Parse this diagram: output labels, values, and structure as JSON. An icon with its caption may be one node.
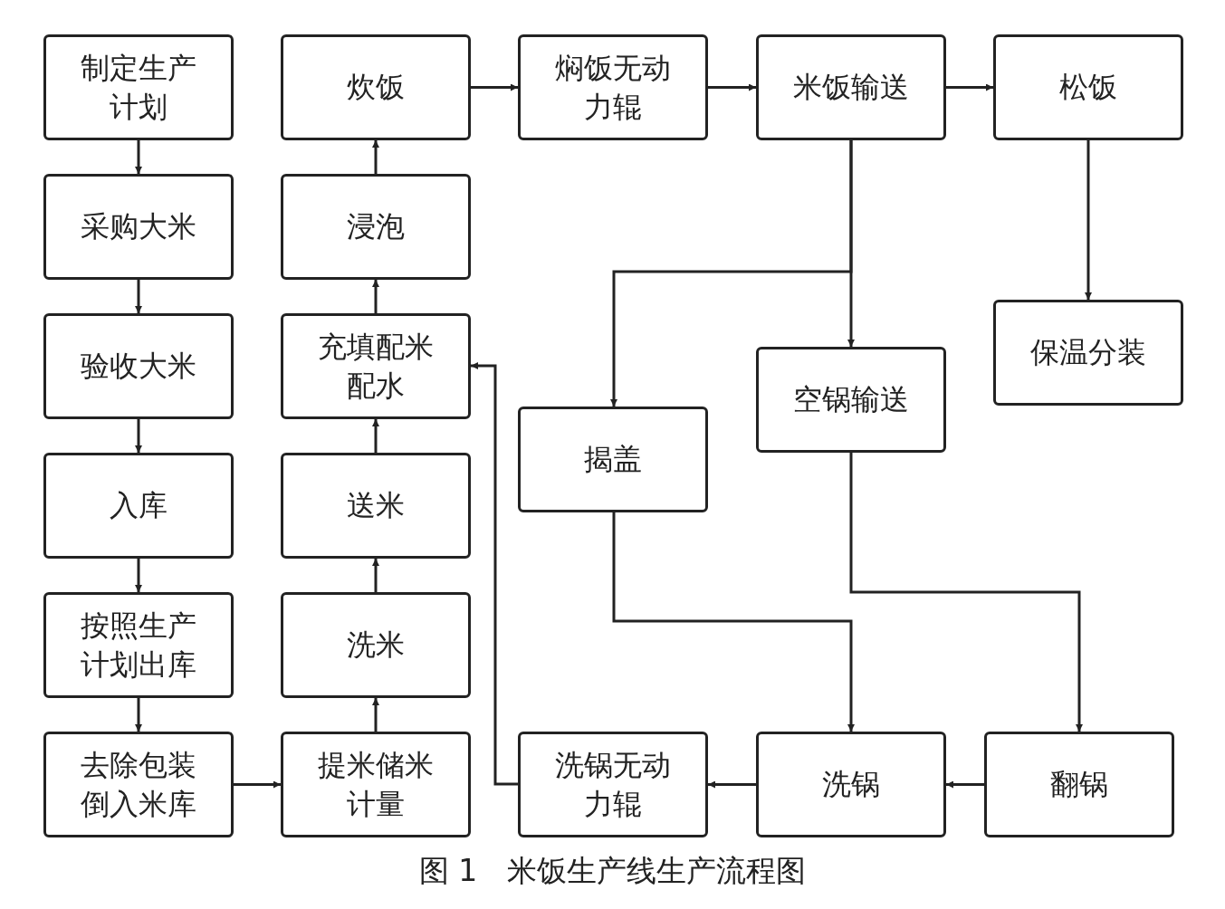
{
  "diagram": {
    "caption": "图 1　米饭生产线生产流程图",
    "nodes": [
      {
        "text": [
          "制定生产计划"
        ]
      },
      {
        "text": [
          "采购大米"
        ]
      },
      {
        "text": [
          "验收大米"
        ]
      },
      {
        "text": [
          "入库"
        ]
      },
      {
        "text": [
          "按照生产计划出库"
        ]
      },
      {
        "text": [
          "去除包装倒入米库"
        ]
      },
      {
        "text": [
          "提米储米计量"
        ]
      },
      {
        "text": [
          "洗米"
        ]
      },
      {
        "text": [
          "送米"
        ]
      },
      {
        "text": [
          "充填配米配水"
        ]
      },
      {
        "text": [
          "浸泡"
        ]
      },
      {
        "text": [
          "炊饭"
        ]
      },
      {
        "text": [
          "焖饭无动力辊"
        ]
      },
      {
        "text": [
          "米饭输送"
        ]
      },
      {
        "text": [
          "松饭"
        ]
      },
      {
        "text": [
          "保温分装"
        ]
      },
      {
        "text": [
          "空锅输送"
        ]
      },
      {
        "text": [
          "揭盖"
        ]
      },
      {
        "text": [
          "翻锅"
        ]
      },
      {
        "text": [
          "洗锅"
        ]
      },
      {
        "text": [
          "洗锅无动力辊"
        ]
      }
    ],
    "edges": [
      {
        "from": 0,
        "to": 1,
        "arrow": "to"
      },
      {
        "from": 1,
        "to": 2,
        "arrow": "to"
      },
      {
        "from": 2,
        "to": 3,
        "arrow": "to"
      },
      {
        "from": 3,
        "to": 4,
        "arrow": "to"
      },
      {
        "from": 4,
        "to": 5,
        "arrow": "to"
      },
      {
        "from": 5,
        "to": 6,
        "arrow": "to"
      },
      {
        "from": 6,
        "to": 7,
        "arrow": "to"
      },
      {
        "from": 7,
        "to": 8,
        "arrow": "to"
      },
      {
        "from": 8,
        "to": 9,
        "arrow": "to"
      },
      {
        "from": 9,
        "to": 10,
        "arrow": "to"
      },
      {
        "from": 10,
        "to": 11,
        "arrow": "to"
      },
      {
        "from": 11,
        "to": 12,
        "arrow": "to"
      },
      {
        "from": 12,
        "to": 13,
        "arrow": "to"
      },
      {
        "from": 13,
        "to": 14,
        "arrow": "to"
      },
      {
        "from": 14,
        "to": 15,
        "arrow": "to"
      },
      {
        "from": 13,
        "to": 16,
        "arrow": "to"
      },
      {
        "from": 13,
        "to": 17,
        "arrow": "to"
      },
      {
        "from": 17,
        "to": 19,
        "arrow": "to"
      },
      {
        "from": 16,
        "to": 18,
        "arrow": "to"
      },
      {
        "from": 18,
        "to": 19,
        "arrow": "to"
      },
      {
        "from": 19,
        "to": 20,
        "arrow": "to"
      },
      {
        "from": 20,
        "to": 9,
        "arrow": "to"
      }
    ]
  }
}
